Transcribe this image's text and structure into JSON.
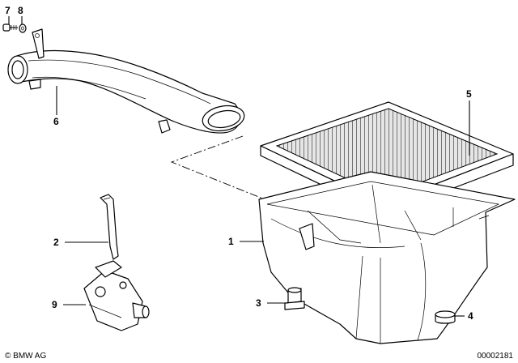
{
  "callouts": [
    {
      "id": "c1",
      "label": "1"
    },
    {
      "id": "c2",
      "label": "2"
    },
    {
      "id": "c3",
      "label": "3"
    },
    {
      "id": "c4",
      "label": "4"
    },
    {
      "id": "c5",
      "label": "5"
    },
    {
      "id": "c6",
      "label": "6"
    },
    {
      "id": "c7",
      "label": "7"
    },
    {
      "id": "c8",
      "label": "8"
    },
    {
      "id": "c9",
      "label": "9"
    }
  ],
  "footer": {
    "copyright": "© BMW AG",
    "doc_number": "00002181"
  }
}
